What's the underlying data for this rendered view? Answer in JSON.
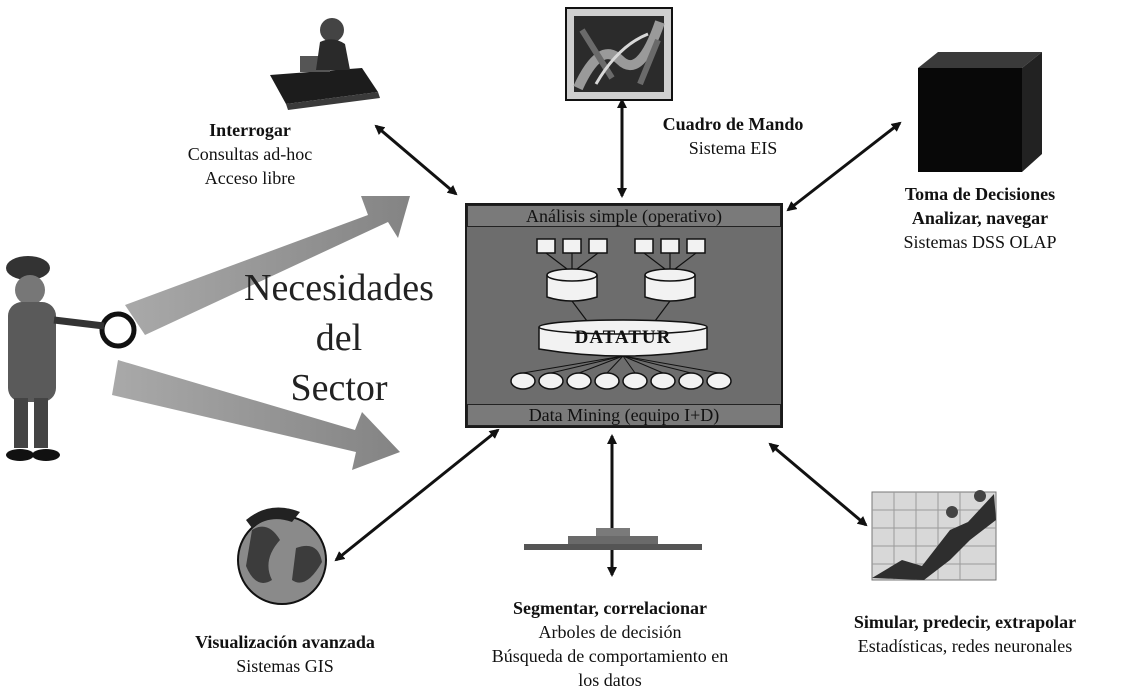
{
  "labels": {
    "interrogar": {
      "title": "Interrogar",
      "line1": "Consultas ad-hoc",
      "line2": "Acceso libre"
    },
    "cuadro": {
      "title": "Cuadro de Mando",
      "line1": "Sistema EIS"
    },
    "toma": {
      "title1": "Toma de Decisiones",
      "title2": "Analizar, navegar",
      "line1": "Sistemas DSS OLAP"
    },
    "visualizacion": {
      "title": "Visualización avanzada",
      "line1": "Sistemas GIS"
    },
    "segmentar": {
      "title": "Segmentar, correlacionar",
      "line1": "Arboles de decisión",
      "line2": "Búsqueda de comportamiento en",
      "line3": "los datos"
    },
    "simular": {
      "title": "Simular, predecir, extrapolar",
      "line1": "Estadísticas, redes neuronales"
    }
  },
  "center": {
    "top_bar": "Análisis simple (operativo)",
    "bottom_bar": "Data Mining (equipo I+D)",
    "core": "DATATUR"
  },
  "needs": {
    "line1": "Necesidades",
    "line2": "del",
    "line3": "Sector"
  }
}
